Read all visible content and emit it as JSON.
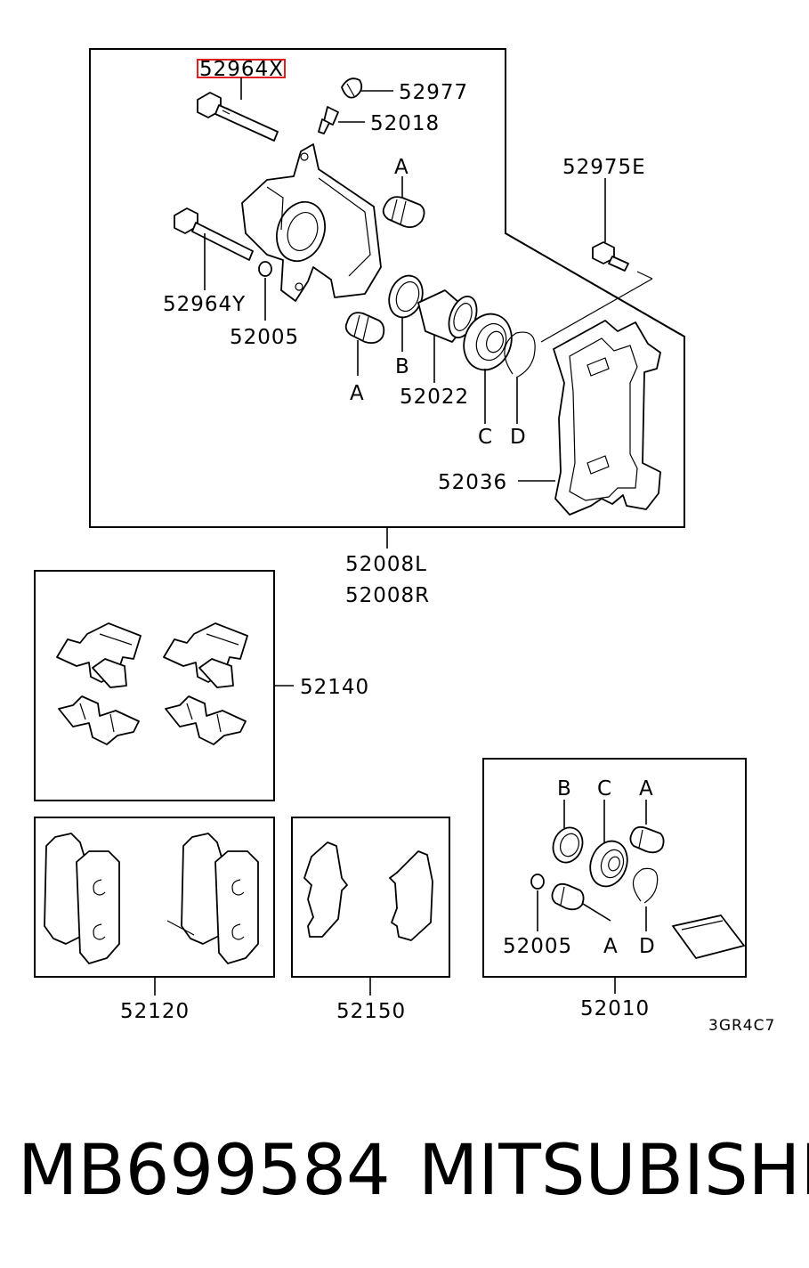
{
  "labels": {
    "highlight": "52964X",
    "p52977": "52977",
    "p52018": "52018",
    "p52975E": "52975E",
    "p52964Y": "52964Y",
    "p52005": "52005",
    "pA1": "A",
    "pA2": "A",
    "pB": "B",
    "p52022": "52022",
    "pC": "C",
    "pD": "D",
    "p52036": "52036",
    "p52008L": "52008L",
    "p52008R": "52008R",
    "p52140": "52140",
    "p52120": "52120",
    "p52150": "52150",
    "p52010": "52010",
    "kitB": "B",
    "kitC": "C",
    "kitA": "A",
    "kit52005": "52005",
    "kitA2": "A",
    "kitD": "D",
    "code": "3GR4C7"
  },
  "footer": {
    "part_number": "MB699584",
    "brand": "MITSUBISHI"
  },
  "colors": {
    "highlight": "#e02020"
  }
}
